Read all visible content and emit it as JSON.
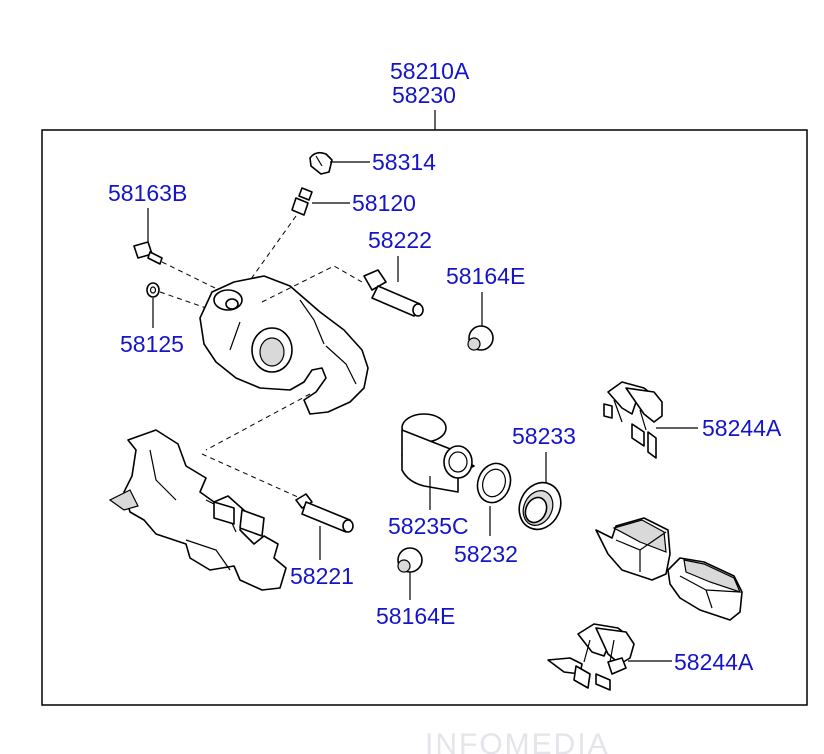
{
  "labels": {
    "assy_primary": "58210A",
    "assy_secondary": "58230",
    "clip_58314": "58314",
    "bleeder_58120": "58120",
    "bolt_58163B": "58163B",
    "guide_pin_58222": "58222",
    "boot_upper_58164E": "58164E",
    "washer_58125": "58125",
    "guide_pin_58221": "58221",
    "boot_lower_58164E": "58164E",
    "piston_58235C": "58235C",
    "seal_58232": "58232",
    "boot_58233": "58233",
    "spring_upper_58244A": "58244A",
    "spring_lower_58244A": "58244A"
  },
  "watermark": "INFOMEDIA"
}
